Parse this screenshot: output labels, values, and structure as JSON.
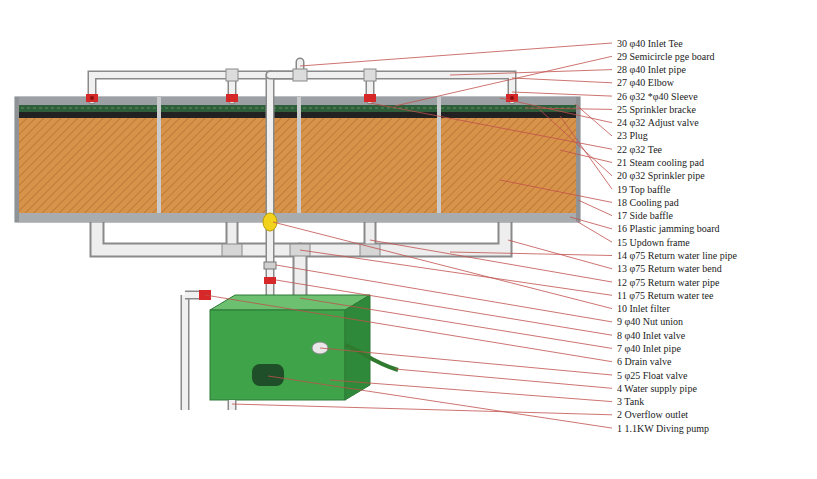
{
  "diagram": {
    "labels": [
      "30 φ40 Inlet Tee",
      "29 Semicircle pge board",
      "28 φ40 Inlet pipe",
      "27 φ40 Elbow",
      "26 φ32 *φ40 Sleeve",
      "25 Sprinkler bracke",
      "24 φ32 Adjust valve",
      "23 Plug",
      "22 φ32 Tee",
      "21 Steam cooling pad",
      "20 φ32 Sprinkler pipe",
      "19 Top baffle",
      "18 Cooling pad",
      "17 Side baffle",
      "16 Plastic jamming board",
      "15 Updown frame",
      "14 φ75 Return water line pipe",
      "13 φ75 Return water bend",
      "12 φ75 Return water pipe",
      "11 φ75 Return water tee",
      "10 Inlet filter",
      "9 φ40 Nut union",
      "8 φ40 Inlet valve",
      "7 φ40 Inlet pipe",
      "6 Drain valve",
      "5 φ25 Float valve",
      "4 Water supply pipe",
      "3 Tank",
      "2 Overflow outlet",
      "1 1.1KW Diving pump"
    ]
  }
}
